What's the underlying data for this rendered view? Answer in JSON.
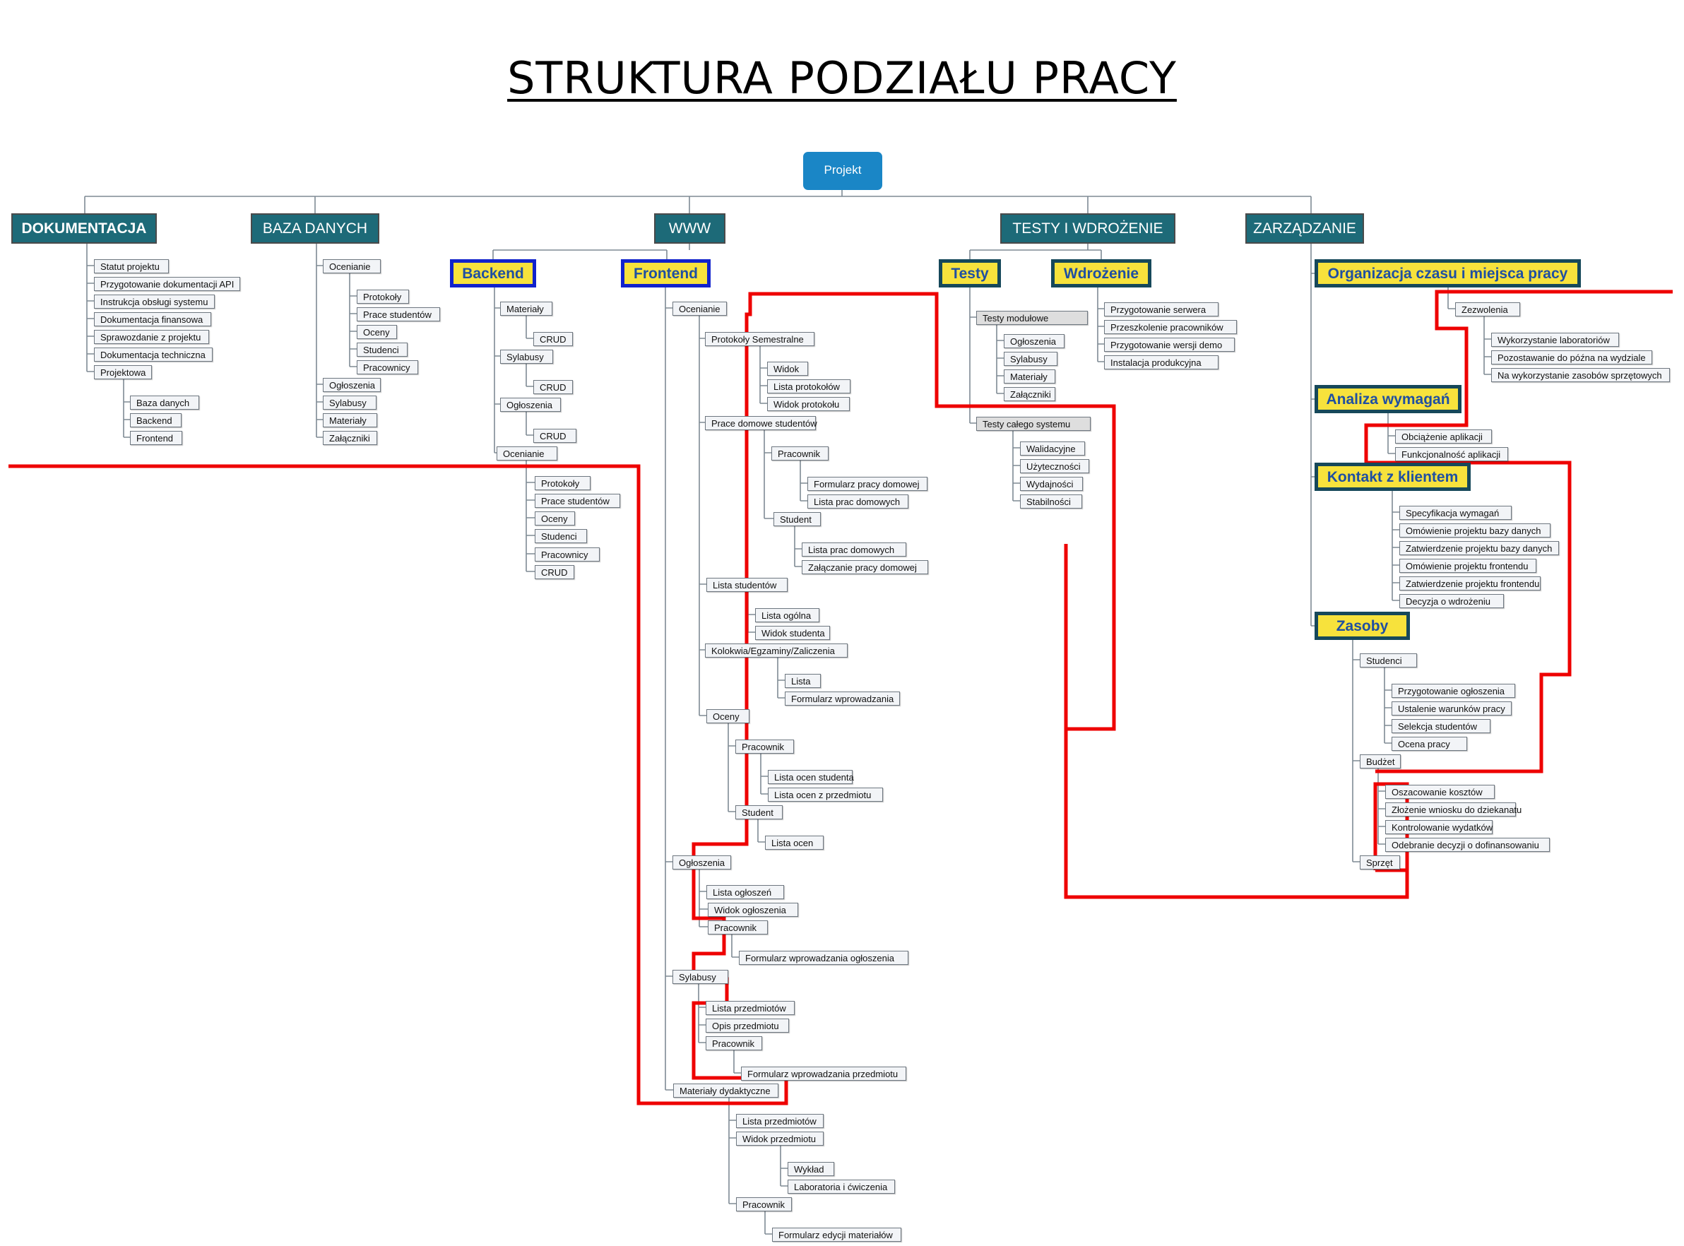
{
  "title": "STRUKTURA PODZIAŁU PRACY",
  "colors": {
    "root": "#1a86c6",
    "category": "#1d6a78",
    "subcategory_fill": "#f7e23c",
    "subcategory_text": "#1f4fa2",
    "subcategory_border_www": "#1022cc",
    "subcategory_border_other": "#16485a",
    "connector": "#7e8a94",
    "highlight": "#ee0000"
  },
  "root": "Projekt",
  "categories": {
    "dokumentacja": "DOKUMENTACJA",
    "baza": "BAZA DANYCH",
    "www": "WWW",
    "testy": "TESTY I WDROŻENIE",
    "zarzadzanie": "ZARZĄDZANIE"
  },
  "subcategories": {
    "backend": "Backend",
    "frontend": "Frontend",
    "testy": "Testy",
    "wdrozenie": "Wdrożenie",
    "organizacja": "Organizacja czasu i miejsca pracy",
    "analiza": "Analiza wymagań",
    "kontakt": "Kontakt z klientem",
    "zasoby": "Zasoby"
  },
  "nodes": [
    "Statut projektu",
    "Przygotowanie dokumentacji API",
    "Instrukcja obsługi systemu",
    "Dokumentacja finansowa",
    "Sprawozdanie z projektu",
    "Dokumentacja techniczna",
    "Projektowa",
    "Baza danych",
    "Backend",
    "Frontend",
    "Ocenianie",
    "Protokoły",
    "Prace studentów",
    "Oceny",
    "Studenci",
    "Pracownicy",
    "Ogłoszenia",
    "Sylabusy",
    "Materiały",
    "Załączniki",
    "Materiały",
    "CRUD",
    "Sylabusy",
    "CRUD",
    "Ogłoszenia",
    "CRUD",
    "Ocenianie",
    "Protokoły",
    "Prace studentów",
    "Oceny",
    "Studenci",
    "Pracownicy",
    "CRUD",
    "Ocenianie",
    "Protokoły Semestralne",
    "Widok",
    "Lista protokołów",
    "Widok protokołu",
    "Prace domowe studentów",
    "Pracownik",
    "Formularz pracy domowej",
    "Lista prac domowych",
    "Student",
    "Lista prac domowych",
    "Załączanie pracy domowej",
    "Lista studentów",
    "Lista ogólna",
    "Widok studenta",
    "Kolokwia/Egzaminy/Zaliczenia",
    "Lista",
    "Formularz wprowadzania",
    "Oceny",
    "Pracownik",
    "Lista ocen studenta",
    "Lista ocen z przedmiotu",
    "Student",
    "Lista ocen",
    "Ogłoszenia",
    "Lista ogłoszeń",
    "Widok ogłoszenia",
    "Pracownik",
    "Formularz wprowadzania ogłoszenia",
    "Sylabusy",
    "Lista przedmiotów",
    "Opis przedmiotu",
    "Pracownik",
    "Formularz wprowadzania przedmiotu",
    "Materiały dydaktyczne",
    "Lista przedmiotów",
    "Widok przedmiotu",
    "Wykład",
    "Laboratoria i ćwiczenia",
    "Pracownik",
    "Formularz edycji materiałów",
    "Testy modułowe",
    "Ogłoszenia",
    "Sylabusy",
    "Materiały",
    "Załączniki",
    "Testy całego systemu",
    "Walidacyjne",
    "Użyteczności",
    "Wydajności",
    "Stabilności",
    "Przygotowanie serwera",
    "Przeszkolenie pracowników",
    "Przygotowanie wersji demo",
    "Instalacja produkcyjna",
    "Zezwolenia",
    "Wykorzystanie laboratoriów",
    "Pozostawanie do późna na wydziale",
    "Na wykorzystanie zasobów sprzętowych",
    "Obciążenie aplikacji",
    "Funkcjonalność aplikacji",
    "Specyfikacja wymagań",
    "Omówienie projektu bazy danych",
    "Zatwierdzenie projektu bazy danych",
    "Omówienie projektu frontendu",
    "Zatwierdzenie projektu frontendu",
    "Decyzja o wdrożeniu",
    "Studenci",
    "Przygotowanie ogłoszenia",
    "Ustalenie warunków pracy",
    "Selekcja studentów",
    "Ocena pracy",
    "Budżet",
    "Oszacowanie kosztów",
    "Złożenie wniosku do dziekanatu",
    "Kontrolowanie wydatków",
    "Odebranie decyzji o dofinansowaniu",
    "Sprzęt"
  ]
}
